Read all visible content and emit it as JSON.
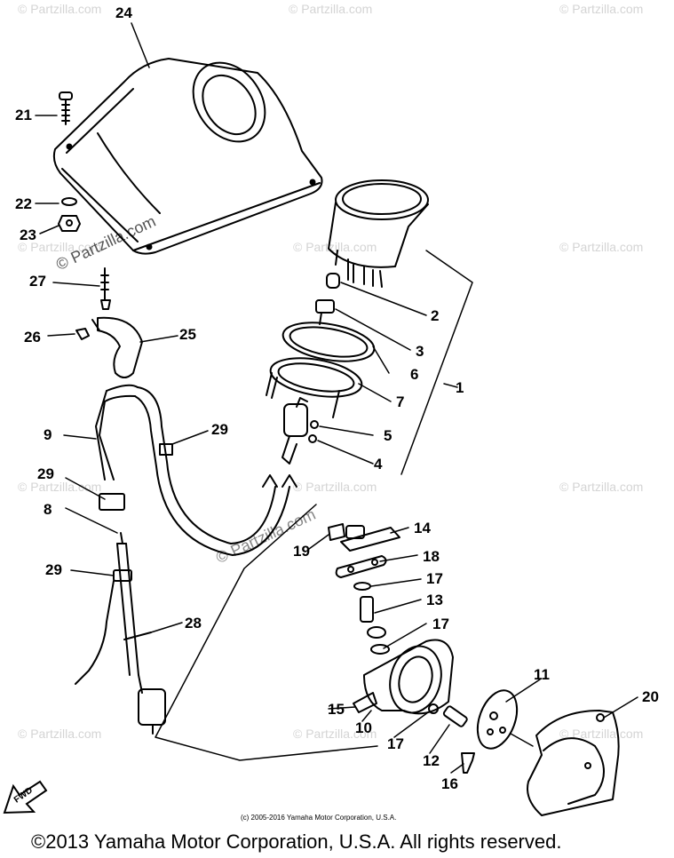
{
  "watermark": "© Partzilla.com",
  "diagram_watermark": "© Partzilla.com",
  "fwd_label": "FWD",
  "copyright_small": "(c) 2005-2016 Yamaha Motor Corporation, U.S.A.",
  "copyright_main": "©2013 Yamaha Motor Corporation, U.S.A. All rights reserved.",
  "callouts": [
    "24",
    "21",
    "22",
    "23",
    "27",
    "26",
    "25",
    "2",
    "3",
    "6",
    "1",
    "7",
    "5",
    "4",
    "9",
    "29",
    "29",
    "8",
    "29",
    "28",
    "14",
    "19",
    "18",
    "17",
    "13",
    "17",
    "15",
    "10",
    "17",
    "12",
    "11",
    "20",
    "16"
  ]
}
